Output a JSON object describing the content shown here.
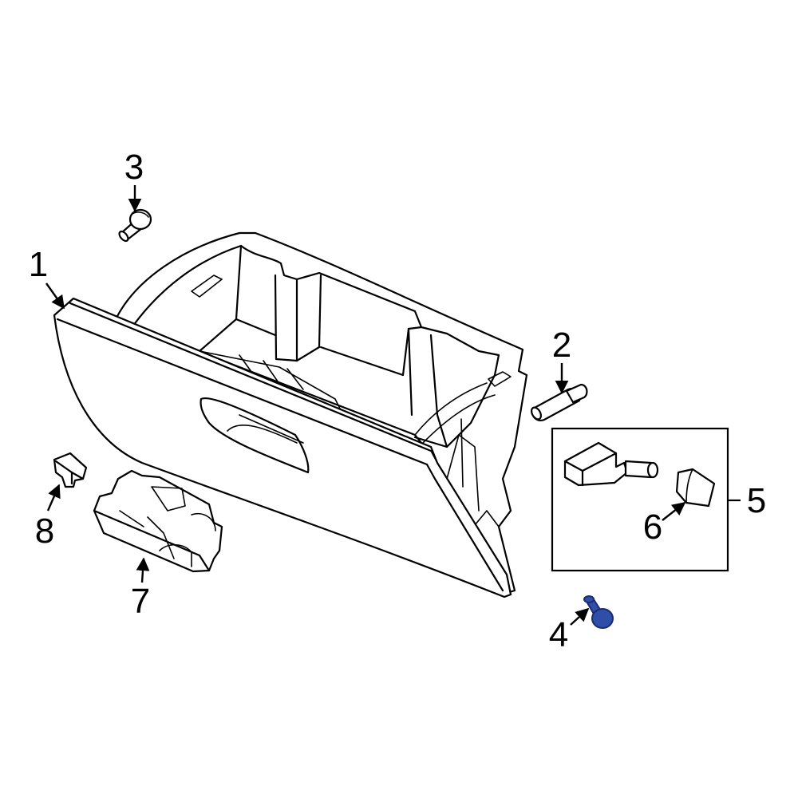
{
  "callouts": [
    {
      "id": "1",
      "text": "1"
    },
    {
      "id": "2",
      "text": "2"
    },
    {
      "id": "3",
      "text": "3"
    },
    {
      "id": "4",
      "text": "4"
    },
    {
      "id": "5",
      "text": "5"
    },
    {
      "id": "6",
      "text": "6"
    },
    {
      "id": "7",
      "text": "7"
    },
    {
      "id": "8",
      "text": "8"
    }
  ],
  "colors": {
    "line": "#000000",
    "background": "#ffffff",
    "highlight_fill": "#2f4ea8",
    "highlight_stroke": "#1a2c6e"
  },
  "highlighted_part": "4"
}
